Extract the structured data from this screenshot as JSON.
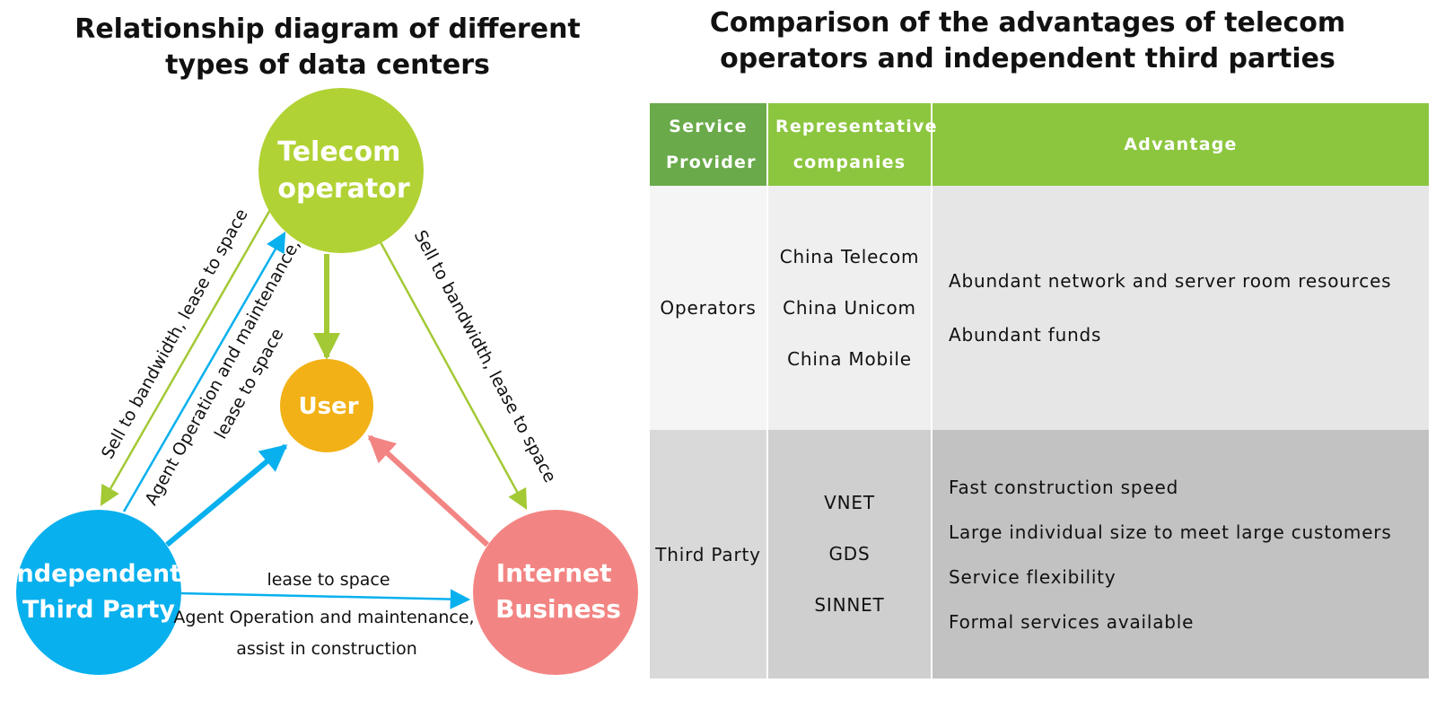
{
  "left_title": "Relationship diagram of different types of data centers",
  "right_title": "Comparison of the advantages of telecom operators and independent third parties",
  "diagram": {
    "nodes": [
      {
        "id": "telecom",
        "lines": [
          "Telecom",
          "operator"
        ],
        "color": "#b1d234"
      },
      {
        "id": "user",
        "lines": [
          "User"
        ],
        "color": "#f2b116"
      },
      {
        "id": "third",
        "lines": [
          "Independent",
          "Third Party"
        ],
        "color": "#08b0ee"
      },
      {
        "id": "internet",
        "lines": [
          "Internet",
          "Business"
        ],
        "color": "#f28583"
      }
    ],
    "edges": [
      {
        "from": "telecom",
        "to": "third",
        "label": "Sell to bandwidth, lease to space"
      },
      {
        "from": "third",
        "to": "telecom",
        "label_lines": [
          "Agent Operation and maintenance,",
          "lease to space"
        ]
      },
      {
        "from": "telecom",
        "to": "internet",
        "label": "Sell to bandwidth, lease to space"
      },
      {
        "from": "telecom",
        "to": "user"
      },
      {
        "from": "third",
        "to": "user"
      },
      {
        "from": "internet",
        "to": "user"
      },
      {
        "from": "third",
        "to": "internet",
        "label_above": "lease to space",
        "label_below": [
          "Agent Operation and maintenance,",
          "assist in construction"
        ]
      }
    ]
  },
  "table": {
    "headers": [
      "Service Provider",
      "Representative companies",
      "Advantage"
    ],
    "header_colors": [
      "#6aaa4a",
      "#8cc63f",
      "#8cc63f"
    ],
    "rows": [
      {
        "provider": "Operators",
        "companies": [
          "China Telecom",
          "China Unicom",
          "China Mobile"
        ],
        "advantages": [
          "Abundant network and server room resources",
          "Abundant funds"
        ],
        "colors": [
          "#f5f5f5",
          "#efefef",
          "#e6e6e6"
        ]
      },
      {
        "provider": "Third Party",
        "companies": [
          "VNET",
          "GDS",
          "SINNET"
        ],
        "advantages": [
          "Fast construction speed",
          "Large individual size to meet large customers",
          "Service flexibility",
          "Formal services available"
        ],
        "colors": [
          "#d9d9d9",
          "#cfcfcf",
          "#c2c2c2"
        ]
      }
    ]
  }
}
